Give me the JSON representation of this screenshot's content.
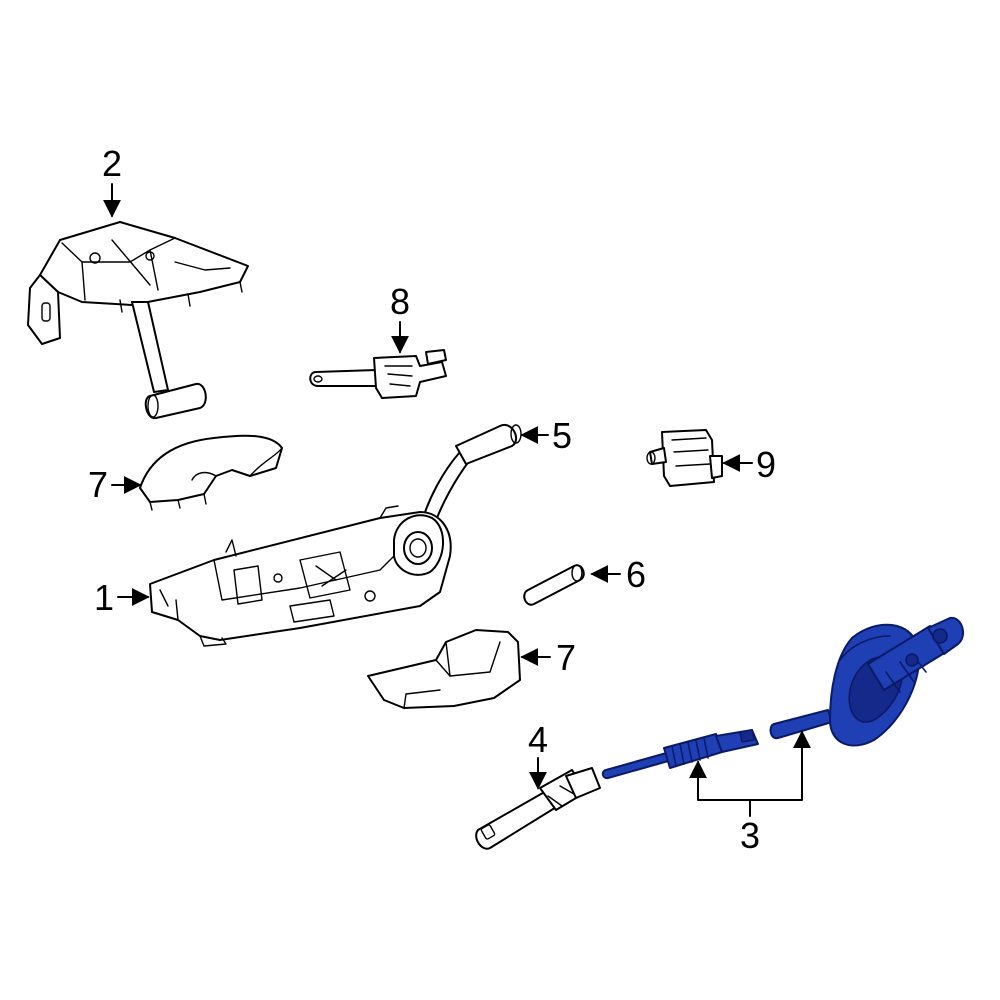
{
  "diagram": {
    "highlight_color": "#1f3fb5",
    "line_color": "#000000",
    "background": "#ffffff"
  },
  "callouts": {
    "c1": "1",
    "c2": "2",
    "c3": "3",
    "c4": "4",
    "c5": "5",
    "c6": "6",
    "c7a": "7",
    "c7b": "7",
    "c8": "8",
    "c9": "9"
  }
}
